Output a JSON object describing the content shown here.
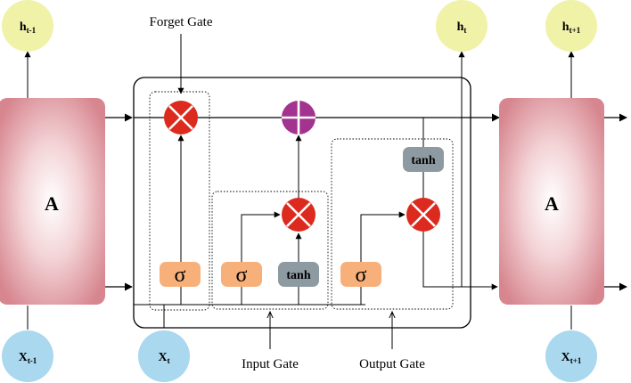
{
  "labels": {
    "forget_gate": "Forget Gate",
    "input_gate": "Input Gate",
    "output_gate": "Output Gate"
  },
  "cells": {
    "prev": "A",
    "next": "A"
  },
  "outputs": {
    "h_prev": {
      "base": "h",
      "sub": "t-1"
    },
    "h_curr": {
      "base": "h",
      "sub": "t"
    },
    "h_next": {
      "base": "h",
      "sub": "t+1"
    }
  },
  "inputs": {
    "x_prev": {
      "base": "X",
      "sub": "t-1"
    },
    "x_curr": {
      "base": "X",
      "sub": "t"
    },
    "x_next": {
      "base": "X",
      "sub": "t+1"
    }
  },
  "activations": {
    "sigma": "σ",
    "tanh": "tanh"
  },
  "colors": {
    "output_node": "#f0f2a8",
    "input_node": "#a9d8ef",
    "sigmoid": "#f7b07a",
    "tanh_box": "#8e9aa1",
    "multiply": "#dc2a1e",
    "add": "#a2338e",
    "cell_edge": "#d7868f",
    "cell_center": "#ffffff"
  }
}
